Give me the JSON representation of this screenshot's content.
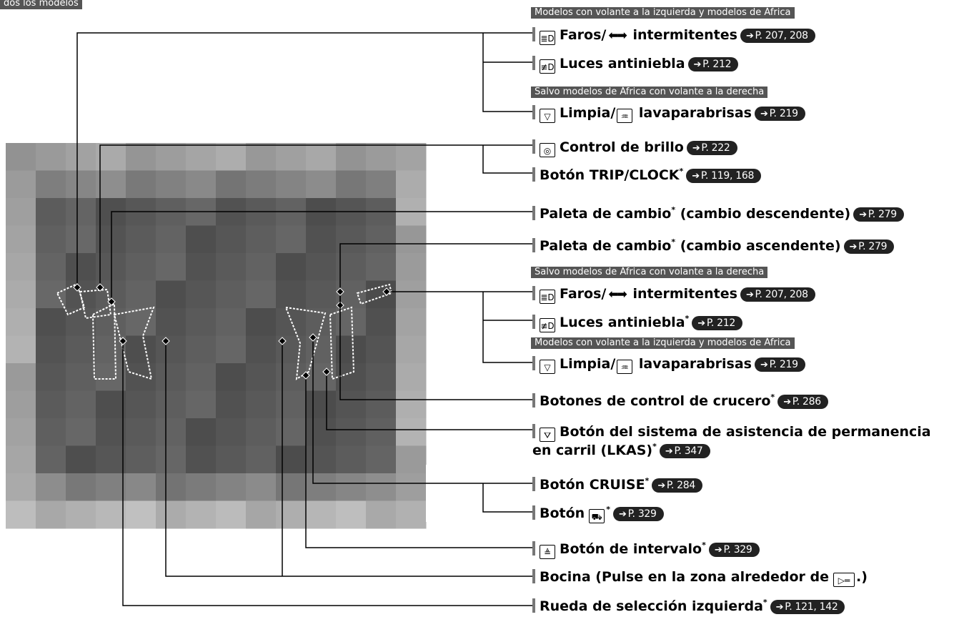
{
  "corner_badge": "dos los modelos",
  "page_refs_arrow": "➔",
  "badges": {
    "b1": "Modelos con volante a la izquierda y modelos de África",
    "b2": "Salvo modelos de África con volante a la derecha",
    "b3": "Salvo modelos de África con volante a la derecha",
    "b4": "Modelos con volante a la izquierda y modelos de África"
  },
  "callouts": {
    "c1": {
      "pre": "Faros/",
      "post": " intermitentes",
      "ref": "P. 207, 208",
      "icon": "headlight-icon",
      "icon2": "turn-signal-arrows-icon"
    },
    "c2": {
      "text": "Luces antiniebla",
      "ref": "P. 212",
      "icon": "fog-light-icon"
    },
    "c3": {
      "pre": "Limpia/",
      "post": " lavaparabrisas",
      "ref": "P. 219",
      "icon": "wiper-icon",
      "icon2": "washer-icon"
    },
    "c4": {
      "text": "Control de brillo",
      "ref": "P. 222",
      "icon": "brightness-icon"
    },
    "c5": {
      "text": "Botón TRIP/CLOCK",
      "star": "*",
      "ref": "P. 119, 168"
    },
    "c6": {
      "pre": "Paleta de cambio",
      "star": "*",
      "post": " (cambio descendente)",
      "ref": "P. 279"
    },
    "c7": {
      "pre": "Paleta de cambio",
      "star": "*",
      "post": " (cambio ascendente)",
      "ref": "P. 279"
    },
    "c8": {
      "pre": "Faros/",
      "post": " intermitentes",
      "ref": "P. 207, 208",
      "icon": "headlight-icon",
      "icon2": "turn-signal-arrows-icon"
    },
    "c9": {
      "text": "Luces antiniebla",
      "star": "*",
      "ref": "P. 212",
      "icon": "fog-light-icon"
    },
    "c10": {
      "pre": "Limpia/",
      "post": " lavaparabrisas",
      "ref": "P. 219",
      "icon": "wiper-icon",
      "icon2": "washer-icon"
    },
    "c11": {
      "text": "Botones de control de crucero",
      "star": "*",
      "ref": "P. 286"
    },
    "c12": {
      "line1": "Botón del sistema de asistencia de permanencia",
      "line2": "en carril (LKAS)",
      "star": "*",
      "ref": "P. 347",
      "icon": "lkas-icon"
    },
    "c13": {
      "text": "Botón CRUISE",
      "star": "*",
      "ref": "P. 284"
    },
    "c14": {
      "text": "Botón",
      "star": "*",
      "ref": "P. 329",
      "icon": "acc-icon"
    },
    "c15": {
      "text": "Botón de intervalo",
      "star": "*",
      "ref": "P. 329",
      "icon": "interval-icon"
    },
    "c16": {
      "text": "Bocina (Pulse en la zona alrededor de",
      "post": ".)",
      "icon": "horn-icon"
    },
    "c17": {
      "text": "Rueda de selección izquierda",
      "star": "*",
      "ref": "P. 121, 142"
    }
  }
}
